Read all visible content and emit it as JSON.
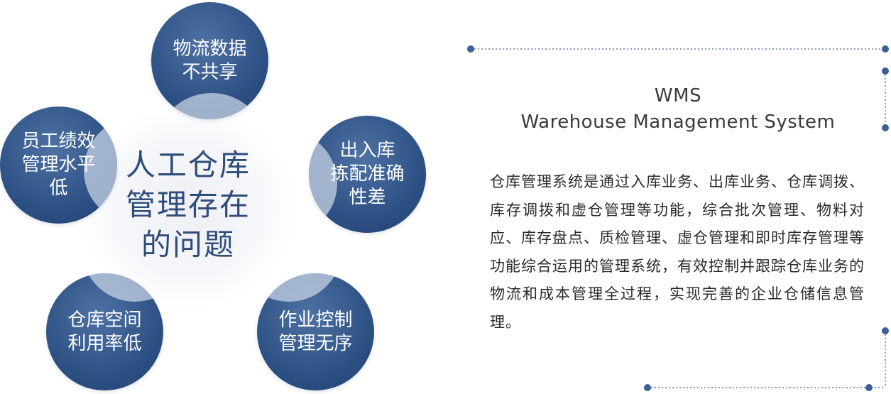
{
  "diagram": {
    "center_title": "人工仓库\n管理存在\n的问题",
    "problems": [
      {
        "id": "logistics-data",
        "label": "物流数据\n不共享"
      },
      {
        "id": "inout-picking",
        "label": "出入库\n拣配准确\n性差"
      },
      {
        "id": "work-control",
        "label": "作业控制\n管理无序"
      },
      {
        "id": "space-usage",
        "label": "仓库空间\n利用率低"
      },
      {
        "id": "staff-performance",
        "label": "员工绩效\n管理水平\n低"
      }
    ]
  },
  "info": {
    "abbr": "WMS",
    "full_name": "Warehouse Management System",
    "description": "仓库管理系统是通过入库业务、出库业务、仓库调拨、库存调拨和虚仓管理等功能，综合批次管理、物料对应、库存盘点、质检管理、虚仓管理和即时库存管理等功能综合运用的管理系统，有效控制并跟踪仓库业务的物流和成本管理全过程，实现完善的企业仓储信息管理。"
  },
  "colors": {
    "bubble": "#2c4f83",
    "bubble_highlight": "#bccadf",
    "center_text": "#2f4d7a",
    "frame": "#3b5f96"
  }
}
